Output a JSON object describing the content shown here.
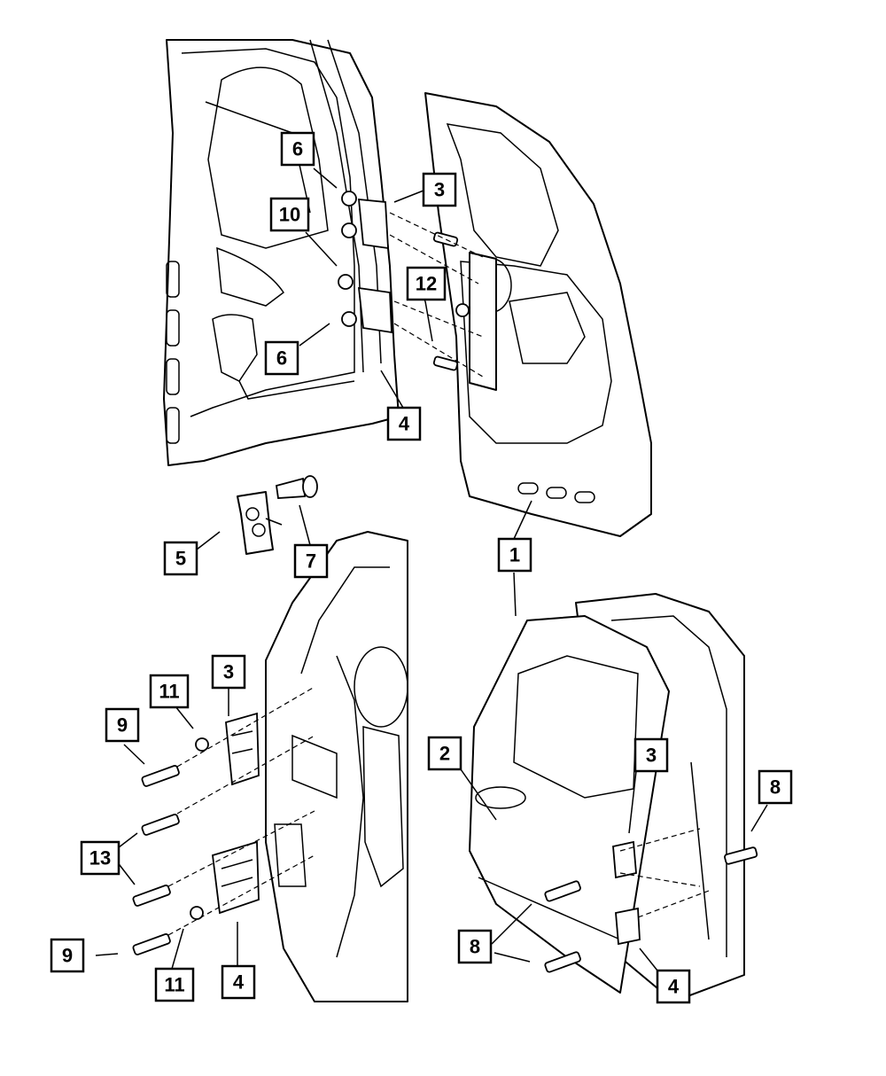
{
  "callouts": [
    {
      "id": "c6a",
      "label": "6"
    },
    {
      "id": "c3a",
      "label": "3"
    },
    {
      "id": "c10",
      "label": "10"
    },
    {
      "id": "c12",
      "label": "12"
    },
    {
      "id": "c6b",
      "label": "6"
    },
    {
      "id": "c4a",
      "label": "4"
    },
    {
      "id": "c5",
      "label": "5"
    },
    {
      "id": "c7",
      "label": "7"
    },
    {
      "id": "c1",
      "label": "1"
    },
    {
      "id": "c3b",
      "label": "3"
    },
    {
      "id": "c11a",
      "label": "11"
    },
    {
      "id": "c9a",
      "label": "9"
    },
    {
      "id": "c13",
      "label": "13"
    },
    {
      "id": "c9b",
      "label": "9"
    },
    {
      "id": "c11b",
      "label": "11"
    },
    {
      "id": "c4b",
      "label": "4"
    },
    {
      "id": "c2",
      "label": "2"
    },
    {
      "id": "c3c",
      "label": "3"
    },
    {
      "id": "c8a",
      "label": "8"
    },
    {
      "id": "c8b",
      "label": "8"
    },
    {
      "id": "c4c",
      "label": "4"
    }
  ]
}
